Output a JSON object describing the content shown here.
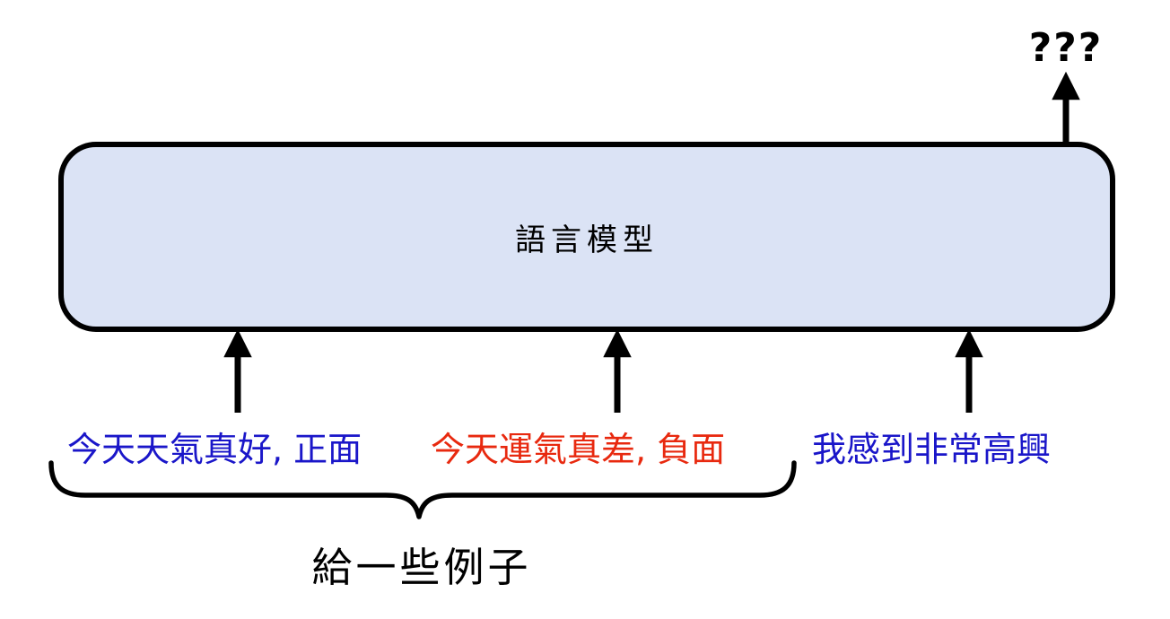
{
  "diagram": {
    "output_label": "???",
    "model_label": "語言模型",
    "examples": [
      {
        "text": "今天天氣真好, 正面",
        "color": "#1a16c9"
      },
      {
        "text": "今天運氣真差, 負面",
        "color": "#e8290f"
      }
    ],
    "query": {
      "text": "我感到非常高興",
      "color": "#1a16c9"
    },
    "brace_label": "給一些例子",
    "colors": {
      "box_fill": "#dbe3f5",
      "box_border": "#000000",
      "arrow": "#000000",
      "example_blue": "#1a16c9",
      "example_red": "#e8290f"
    }
  }
}
